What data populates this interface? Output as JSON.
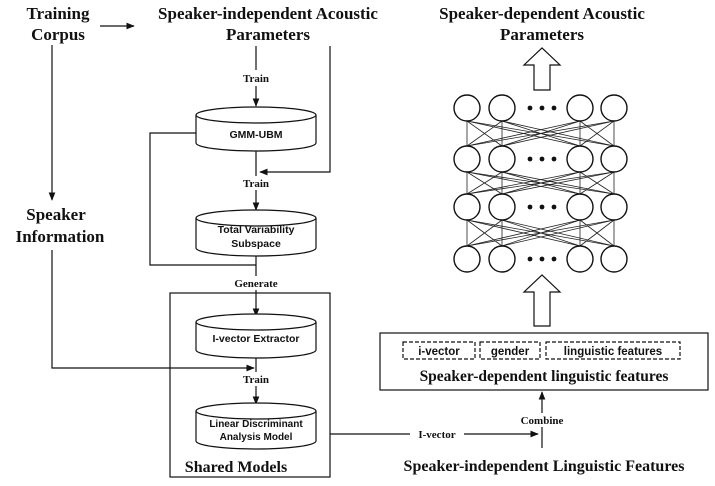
{
  "labels": {
    "training_corpus_line1": "Training",
    "training_corpus_line2": "Corpus",
    "si_acoustic_line1": "Speaker-independent Acoustic",
    "si_acoustic_line2": "Parameters",
    "sd_acoustic_line1": "Speaker-dependent Acoustic",
    "sd_acoustic_line2": "Parameters",
    "speaker_info_line1": "Speaker",
    "speaker_info_line2": "Information",
    "train_1": "Train",
    "train_2": "Train",
    "train_3": "Train",
    "generate": "Generate",
    "shared_models": "Shared Models",
    "ivector_arrow": "I-vector",
    "combine": "Combine",
    "sd_linguistic": "Speaker-dependent linguistic features",
    "si_linguistic": "Speaker-independent Linguistic Features"
  },
  "models": {
    "gmm_ubm": "GMM-UBM",
    "tvs_line1": "Total Variability",
    "tvs_line2": "Subspace",
    "ivector_extractor": "I-vector Extractor",
    "lda_line1": "Linear Discriminant",
    "lda_line2": "Analysis Model"
  },
  "features": {
    "ivector": "i-vector",
    "gender": "gender",
    "linguistic": "linguistic features"
  }
}
